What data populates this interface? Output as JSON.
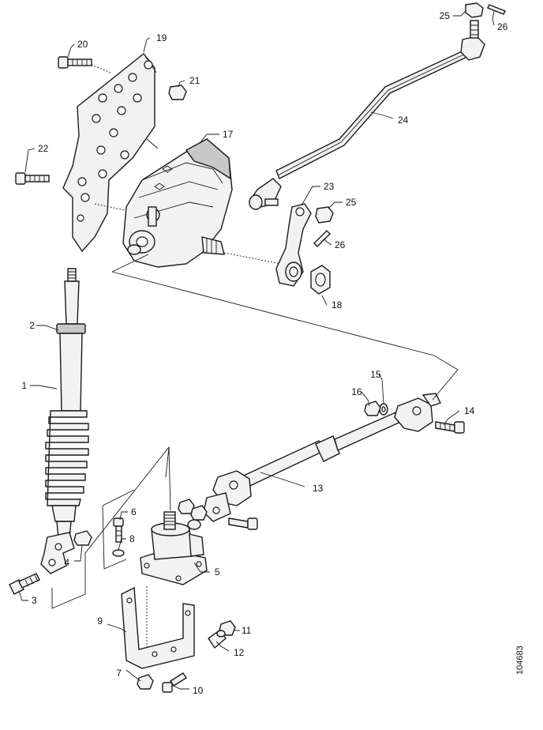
{
  "callouts": {
    "c1": "1",
    "c2": "2",
    "c3": "3",
    "c4": "4",
    "c5": "5",
    "c6": "6",
    "c7": "7",
    "c8": "8",
    "c9": "9",
    "c10": "10",
    "c11": "11",
    "c12": "12",
    "c13": "13",
    "c14": "14",
    "c15": "15",
    "c16": "16",
    "c17": "17",
    "c18": "18",
    "c19": "19",
    "c20": "20",
    "c21": "21",
    "c22": "22",
    "c23": "23",
    "c24": "24",
    "c25a": "25",
    "c25b": "25",
    "c26a": "26",
    "c26b": "26"
  },
  "document_number": "104683"
}
